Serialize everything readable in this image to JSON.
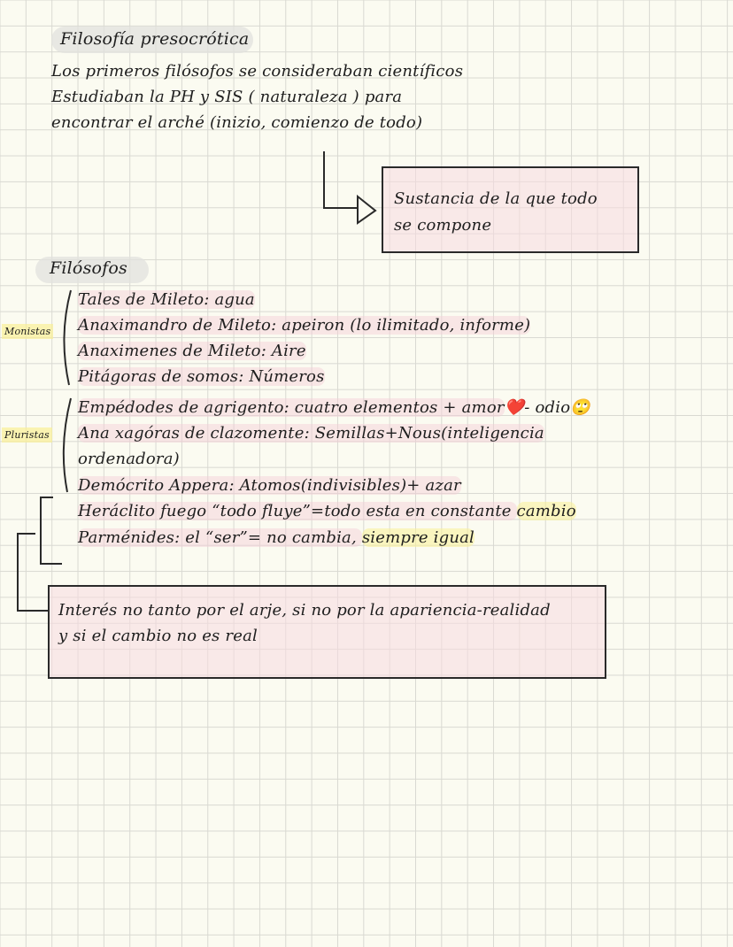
{
  "header": {
    "title": "Filosofía presocrótica",
    "intro_lines": [
      "Los primeros filósofos se consideraban científicos",
      "Estudiaban la PH y SIS ( naturaleza ) para",
      "encontrar el arché (inizio, comienzo de todo)"
    ]
  },
  "arche_box": {
    "lines": [
      "Sustancia de la que todo",
      "se compone"
    ]
  },
  "philosophers": {
    "heading": "Filósofos",
    "monistas": {
      "label": "Monistas",
      "items": [
        "Tales de Mileto: agua",
        "Anaximandro de Mileto: apeiron (lo ilimitado, informe)",
        "Anaximenes de Mileto: Aire",
        "Pitágoras de somos: Números"
      ]
    },
    "pluristas": {
      "label": "Pluristas",
      "items": [
        "Empédodes de agrigento: cuatro elementos + amor",
        "- odio",
        "Ana xagóras de clazomente: Semillas+Nous(inteligencia",
        "ordenadora)",
        "Demócrito Appera: Atomos(indivisibles)+ azar"
      ],
      "emoji_heart": "❤️",
      "emoji_eyeroll": "🙄"
    },
    "others": {
      "heraclito_prefix": "Heráclito fuego “todo fluye”=todo esta en constante ",
      "heraclito_highlight": "cambio",
      "parmenides_prefix": "Parménides: el “ser”= no cambia, ",
      "parmenides_highlight": "siempre igual"
    }
  },
  "conclusion_box": {
    "lines": [
      "Interés no tanto por el arje, si no por la apariencia-realidad",
      "y si el cambio no es real"
    ]
  }
}
